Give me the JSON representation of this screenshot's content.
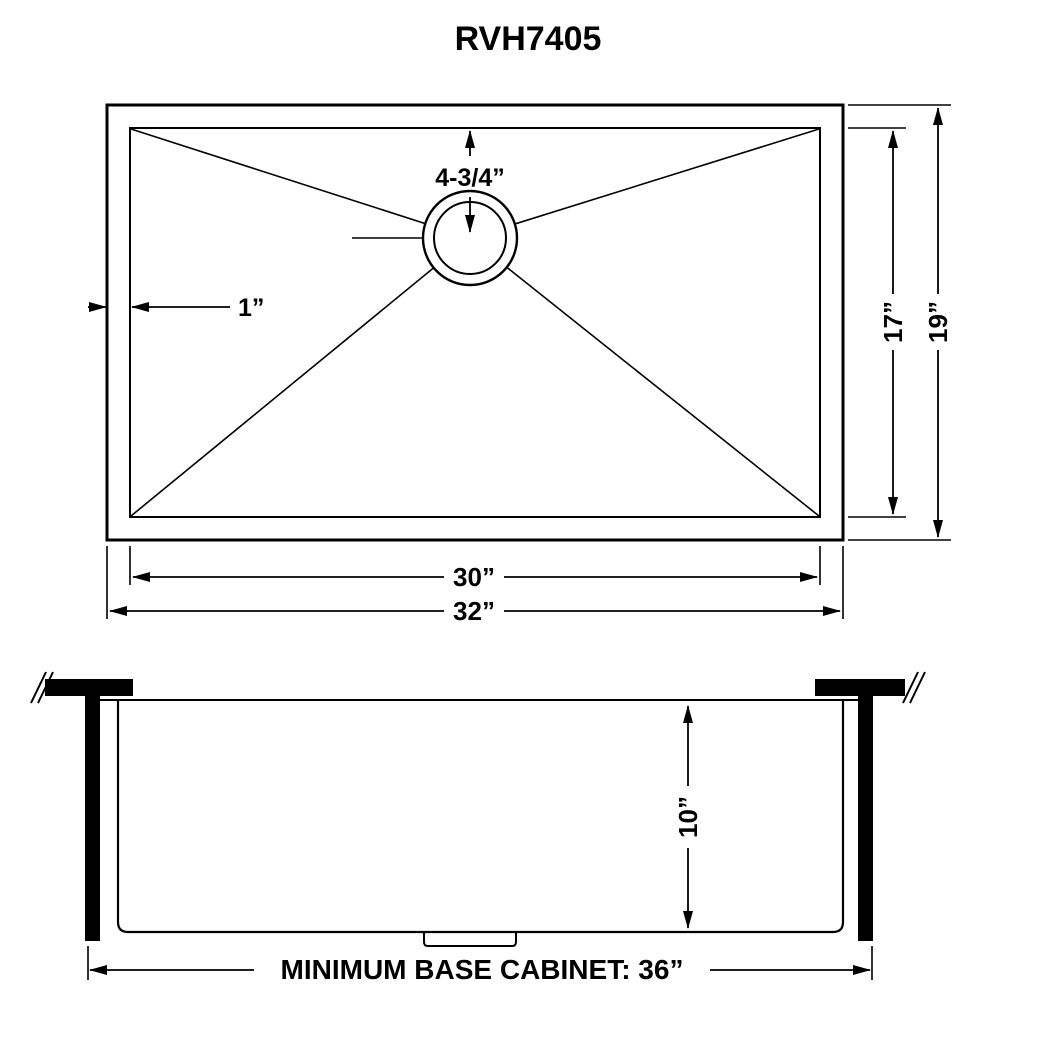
{
  "title": "RVH7405",
  "top_view": {
    "drain_offset": "4-3/4”",
    "rim": "1”",
    "inner_height": "17”",
    "outer_height": "19”",
    "inner_width": "30”",
    "outer_width": "32”"
  },
  "side_view": {
    "depth": "10”",
    "cabinet": "MINIMUM BASE CABINET: 36”"
  },
  "colors": {
    "line": "#000000",
    "background": "#ffffff"
  }
}
